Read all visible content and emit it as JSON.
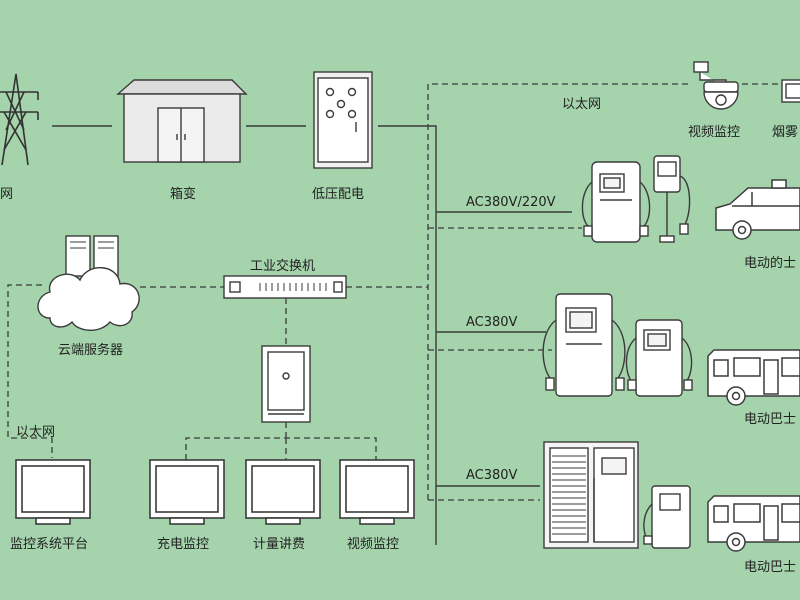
{
  "labels": {
    "grid": "网",
    "box_transformer": "箱变",
    "low_voltage_distribution": "低压配电",
    "ethernet_top": "以太网",
    "video_monitoring_top": "视频监控",
    "smoke_partial": "烟雾",
    "ac_line_1": "AC380V/220V",
    "ac_line_2": "AC380V",
    "ac_line_3": "AC380V",
    "electric_taxi": "电动的士",
    "electric_bus_1": "电动巴士",
    "electric_bus_2": "电动巴士",
    "industrial_switch": "工业交换机",
    "cloud_server": "云端服务器",
    "ethernet_bottom": "以太网",
    "monitoring_platform": "监控系统平台",
    "charging_monitoring": "充电监控",
    "metering_billing": "计量讲费",
    "video_monitoring_bottom": "视频监控"
  },
  "colors": {
    "background": "#a4d3ac",
    "line": "#3b3b3b",
    "device_fill": "#ffffff",
    "building_fill": "#e8e8e8",
    "screen_fill": "#ffffff"
  }
}
